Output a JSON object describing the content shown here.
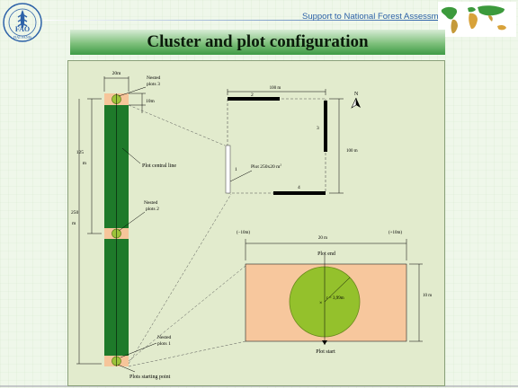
{
  "header": {
    "org_letters": "FAO",
    "org_motto": "FIAT PANIS",
    "tagline": "Support to National Forest Assessments"
  },
  "title": "Cluster and plot configuration",
  "diagram": {
    "strip_width_label": "20m",
    "nested_plot_3": [
      "Nested",
      "plots 3"
    ],
    "nested_plot_2": [
      "Nested",
      "plots 2"
    ],
    "nested_plot_1": [
      "Nested",
      "plots 1"
    ],
    "strip_nested_gap": "10m",
    "strip_half_length": [
      "125",
      "m"
    ],
    "strip_total_length": [
      "250",
      "m"
    ],
    "plot_central_line": "Plot central line",
    "plot_starting_point": "Plots starting point",
    "square_side_top": "100 m",
    "square_side_right": "100 m",
    "north": "N",
    "side_labels": [
      "1",
      "2",
      "3",
      "4"
    ],
    "plot_size_label": "Plot 250x20 m",
    "plot_size_sup": "2",
    "detail_left": "(−10m)",
    "detail_width": "20 m",
    "detail_right": "(+10m)",
    "plot_end": "Plot end",
    "plot_start": "Plot start",
    "radius": "r = 3,99m",
    "detail_height": "10 m"
  }
}
